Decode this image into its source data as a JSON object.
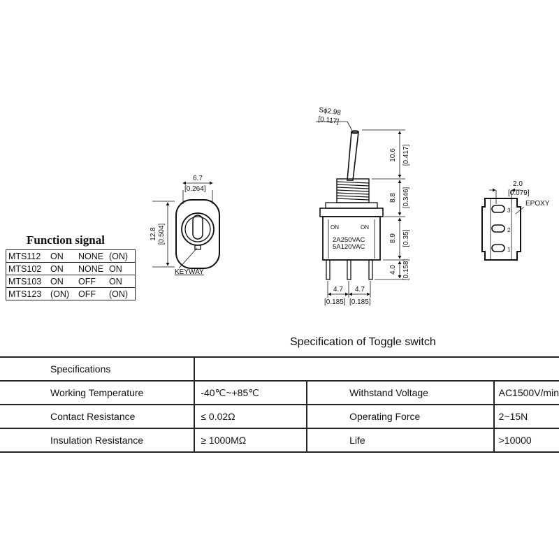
{
  "drawing": {
    "front_view": {
      "width_mm": "6.7",
      "width_in": "[0.264]",
      "height_mm": "12.8",
      "height_in": "[0.504]",
      "keyway_label": "KEYWAY"
    },
    "side_view": {
      "lever_tip_mm": "Sϕ2.98",
      "lever_tip_in": "[0.117]",
      "lever_length_mm": "10.6",
      "lever_length_in": "[0.417]",
      "bushing_mm": "8.8",
      "bushing_in": "[0.346]",
      "body_mm": "8.9",
      "body_in": "[0.35]",
      "pin_mm": "4.0",
      "pin_in": "[0.158]",
      "pitch1_mm": "4.7",
      "pitch2_mm": "4.7",
      "pitch1_in": "[0.185]",
      "pitch2_in": "[0.185]",
      "on_left": "ON",
      "on_right": "ON",
      "rating_1": "2A250VAC",
      "rating_2": "5A120VAC"
    },
    "bottom_view": {
      "spacing_mm": "2.0",
      "spacing_in": "[0.079]",
      "epoxy_label": "EPOXY",
      "pin_3": "3",
      "pin_2": "2",
      "pin_1": "1"
    }
  },
  "function_signal": {
    "title": "Function signal",
    "rows": [
      {
        "model": "MTS112",
        "a": "ON",
        "b": "NONE",
        "c": "(ON)"
      },
      {
        "model": "MTS102",
        "a": "ON",
        "b": "NONE",
        "c": "ON"
      },
      {
        "model": "MTS103",
        "a": "ON",
        "b": "OFF",
        "c": "ON"
      },
      {
        "model": "MTS123",
        "a": "(ON)",
        "b": "OFF",
        "c": "(ON)"
      }
    ]
  },
  "specs": {
    "title": "Specification of Toggle switch",
    "header": "Specifications",
    "rows": [
      {
        "k1": "Working Temperature",
        "v1": "-40℃~+85℃",
        "k2": "Withstand Voltage",
        "v2": "AC1500V/min"
      },
      {
        "k1": "Contact Resistance",
        "v1": "≤ 0.02Ω",
        "k2": "Operating Force",
        "v2": "2~15N"
      },
      {
        "k1": "Insulation Resistance",
        "v1": "≥ 1000MΩ",
        "k2": "Life",
        "v2": ">10000"
      }
    ]
  }
}
